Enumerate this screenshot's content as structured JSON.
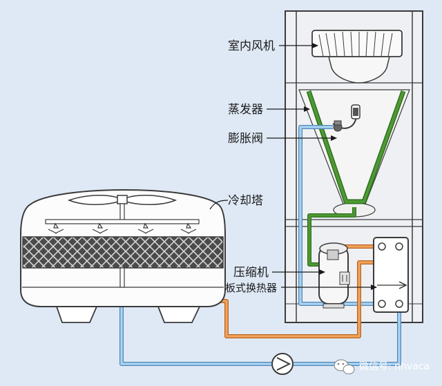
{
  "labels": {
    "indoor_fan": "室内风机",
    "evaporator": "蒸发器",
    "expansion_valve": "膨胀阀",
    "cooling_tower": "冷却塔",
    "compressor": "压缩机",
    "plate_heat_exchanger": "板式换热器"
  },
  "watermark": {
    "text": "微信号: nhvaca"
  },
  "colors": {
    "background": "#dfe9f5",
    "unit_fill": "#eef0f3",
    "outline": "#3a3a3a",
    "refrigerant_pipe": "#3f8a2a",
    "hot_water_pipe": "#e2893a",
    "cold_water_pipe": "#8fc2e8",
    "fill_media": "#4d4d4d"
  },
  "icons": {
    "pump": "pump-icon",
    "watermark_logo": "wechat-icon"
  }
}
